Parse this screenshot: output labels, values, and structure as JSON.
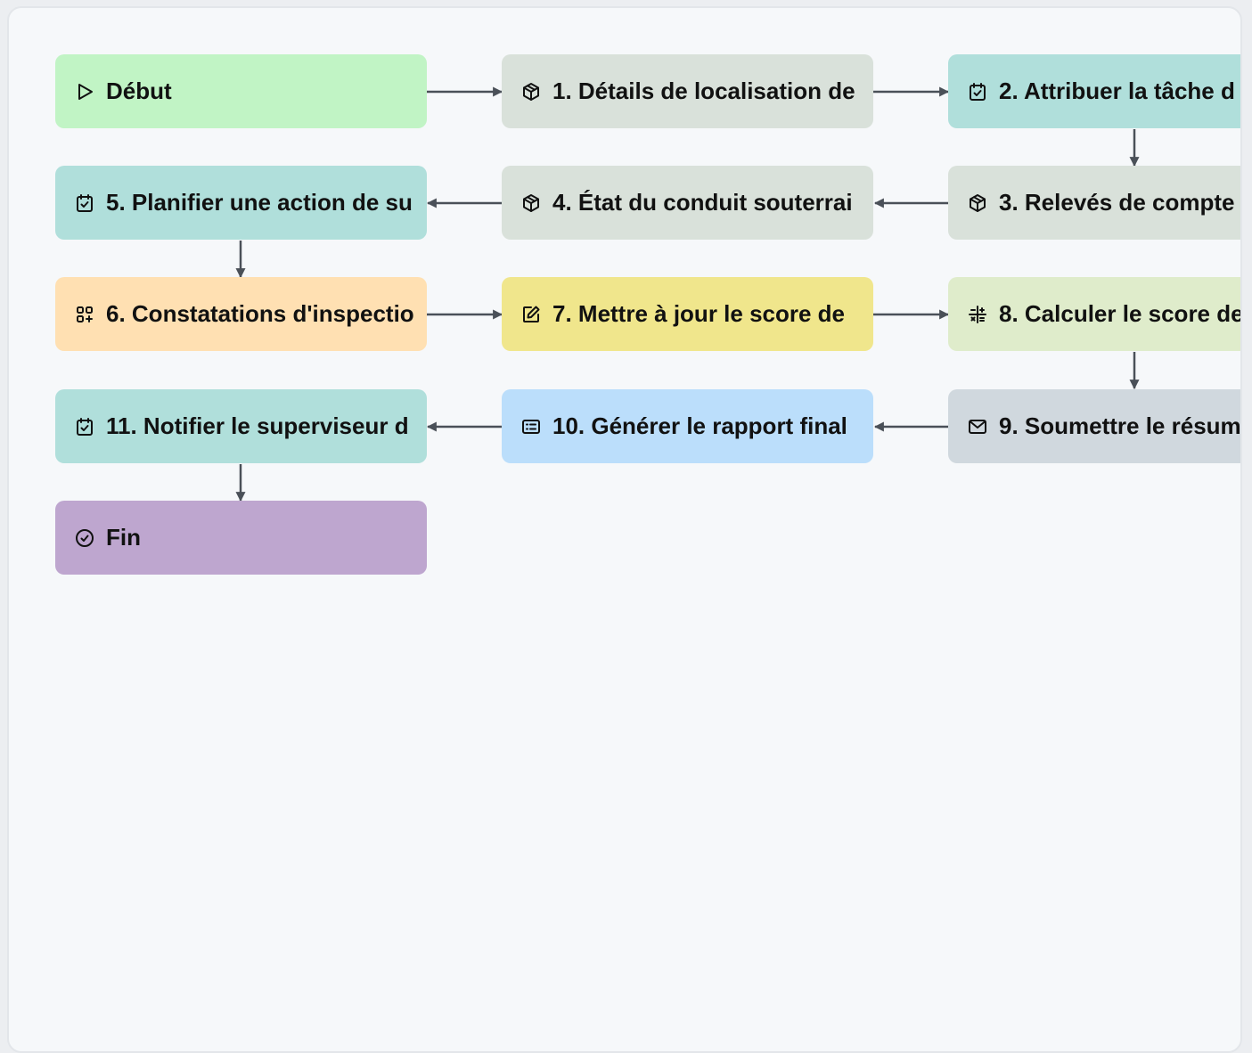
{
  "diagram": {
    "nodes": [
      {
        "id": "start",
        "label": "Début",
        "icon": "play-icon",
        "color": "#c1f4c5"
      },
      {
        "id": "n1",
        "label": "1. Détails de localisation de",
        "icon": "box-icon",
        "color": "#d9e1da"
      },
      {
        "id": "n2",
        "label": "2. Attribuer la tâche d",
        "icon": "calendar-check-icon",
        "color": "#b0dfdb"
      },
      {
        "id": "n3",
        "label": "3. Relevés de compte",
        "icon": "box-icon",
        "color": "#d9e1da"
      },
      {
        "id": "n4",
        "label": "4. État du conduit souterrai",
        "icon": "box-icon",
        "color": "#d9e1da"
      },
      {
        "id": "n5",
        "label": "5. Planifier une action de su",
        "icon": "calendar-check-icon",
        "color": "#b0dfdb"
      },
      {
        "id": "n6",
        "label": "6. Constatations d'inspectio",
        "icon": "grid-plus-icon",
        "color": "#ffe0b2"
      },
      {
        "id": "n7",
        "label": "7. Mettre à jour le score de",
        "icon": "edit-icon",
        "color": "#f0e68c"
      },
      {
        "id": "n8",
        "label": "8. Calculer le score de",
        "icon": "calculator-icon",
        "color": "#dfeccb"
      },
      {
        "id": "n9",
        "label": "9. Soumettre le résum",
        "icon": "mail-icon",
        "color": "#d0d8de"
      },
      {
        "id": "n10",
        "label": "10. Générer le rapport final",
        "icon": "list-card-icon",
        "color": "#bbdefb"
      },
      {
        "id": "n11",
        "label": "11. Notifier le superviseur d",
        "icon": "calendar-check-icon",
        "color": "#b0dfdb"
      },
      {
        "id": "end",
        "label": "Fin",
        "icon": "check-circle-icon",
        "color": "#bea6cf"
      }
    ],
    "edges": [
      {
        "from": "start",
        "to": "n1"
      },
      {
        "from": "n1",
        "to": "n2"
      },
      {
        "from": "n2",
        "to": "n3"
      },
      {
        "from": "n3",
        "to": "n4"
      },
      {
        "from": "n4",
        "to": "n5"
      },
      {
        "from": "n5",
        "to": "n6"
      },
      {
        "from": "n6",
        "to": "n7"
      },
      {
        "from": "n7",
        "to": "n8"
      },
      {
        "from": "n8",
        "to": "n9"
      },
      {
        "from": "n9",
        "to": "n10"
      },
      {
        "from": "n10",
        "to": "n11"
      },
      {
        "from": "n11",
        "to": "end"
      }
    ],
    "edge_color": "#4a5058"
  }
}
